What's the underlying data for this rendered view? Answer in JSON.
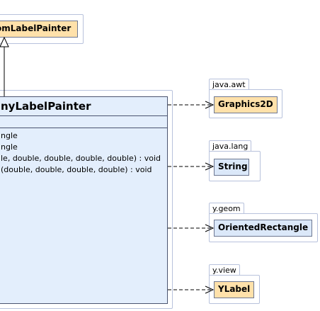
{
  "parent_class": {
    "name": "omLabelPainter"
  },
  "main_class": {
    "name": "nyLabelPainter",
    "attributes": [
      "ngle",
      "ngle"
    ],
    "operations": [
      "le, double, double, double, double) : void",
      "(double, double, double, double) : void"
    ]
  },
  "dependencies": [
    {
      "package": "java.awt",
      "class": "Graphics2D"
    },
    {
      "package": "java.lang",
      "class": "String"
    },
    {
      "package": "y.geom",
      "class": "OrientedRectangle"
    },
    {
      "package": "y.view",
      "class": "YLabel"
    }
  ]
}
